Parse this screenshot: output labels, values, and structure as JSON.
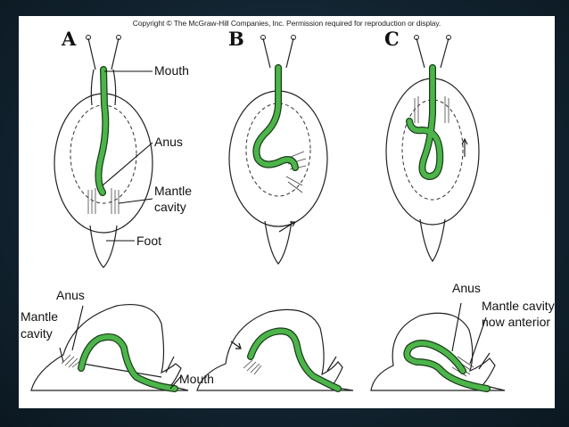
{
  "copyright": "Copyright © The McGraw-Hill Companies, Inc. Permission required for reproduction or display.",
  "panels": {
    "a": "A",
    "b": "B",
    "c": "C"
  },
  "labels": {
    "mouth_top": "Mouth",
    "anus_top": "Anus",
    "mantle_top_1": "Mantle",
    "mantle_top_2": "cavity",
    "foot": "Foot",
    "anus_left": "Anus",
    "mantle_left_1": "Mantle",
    "mantle_left_2": "cavity",
    "mouth_bottom": "Mouth",
    "anus_right": "Anus",
    "mantle_now_1": "Mantle cavity",
    "mantle_now_2": "now anterior"
  },
  "colors": {
    "gut": "#4cb54a",
    "background": "#10202c"
  }
}
